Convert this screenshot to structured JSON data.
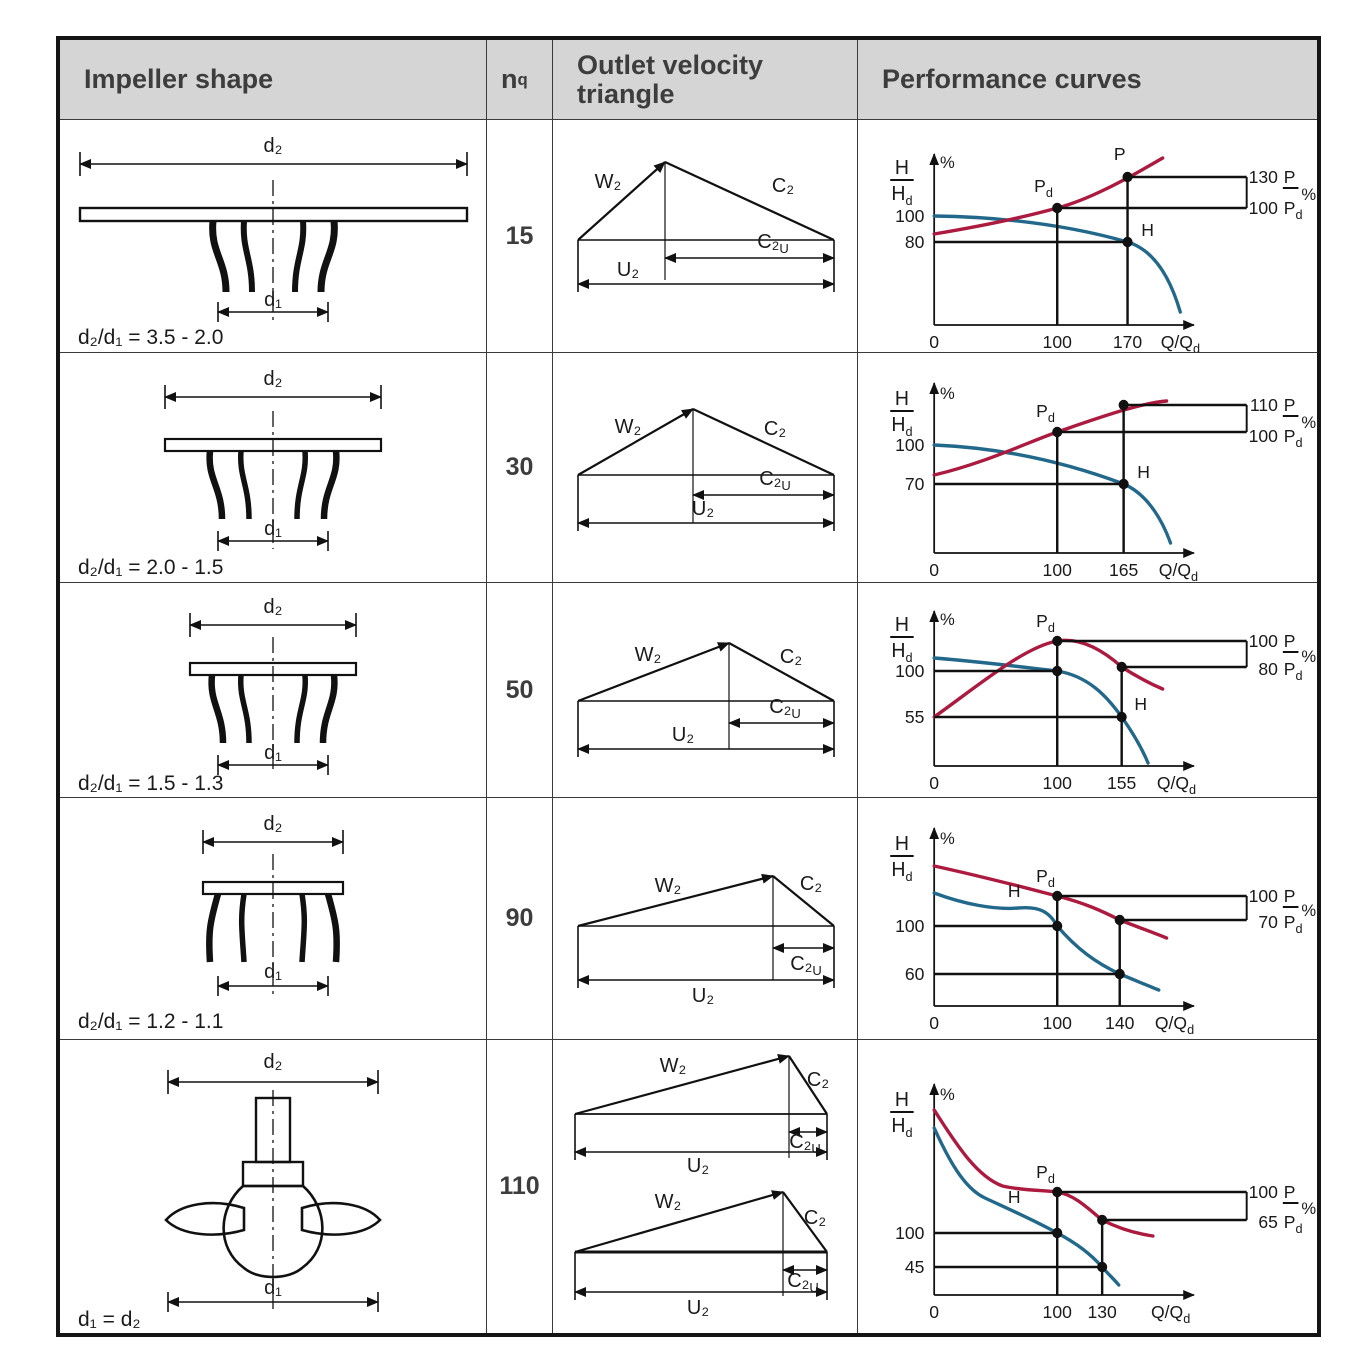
{
  "header": {
    "impeller": "Impeller shape",
    "nq_main": "n",
    "nq_sub": "q",
    "velocity": "Outlet velocity triangle",
    "performance": "Performance curves"
  },
  "labels": {
    "d2": "d₂",
    "d1": "d₁",
    "W2": "W₂",
    "C2": "C₂",
    "U2": "U₂",
    "C2U_main": "C₂",
    "C2U_sub": "U",
    "H": "H",
    "Hd_main": "H",
    "Hd_sub": "d",
    "P": "P",
    "Pd_main": "P",
    "Pd_sub": "d",
    "QQd_main": "Q/Q",
    "QQd_sub": "d",
    "pct": "%"
  },
  "colors": {
    "power_curve": "#ad1a3f",
    "head_curve": "#22688a",
    "header_bg": "#d5d5d5",
    "frame": "#151515"
  },
  "rows": [
    {
      "nq": "15",
      "ratio": "d₂/d₁ = 3.5 - 2.0",
      "chart": {
        "y_ticks": [
          "100",
          "80"
        ],
        "x_ticks": [
          "0",
          "100",
          "170"
        ],
        "right_top": "130",
        "right_bottom": "100"
      }
    },
    {
      "nq": "30",
      "ratio": "d₂/d₁ = 2.0 - 1.5",
      "chart": {
        "y_ticks": [
          "100",
          "70"
        ],
        "x_ticks": [
          "0",
          "100",
          "165"
        ],
        "right_top": "110",
        "right_bottom": "100"
      }
    },
    {
      "nq": "50",
      "ratio": "d₂/d₁ = 1.5 - 1.3",
      "chart": {
        "y_ticks": [
          "100",
          "55"
        ],
        "x_ticks": [
          "0",
          "100",
          "155"
        ],
        "right_top": "100",
        "right_bottom": "80"
      }
    },
    {
      "nq": "90",
      "ratio": "d₂/d₁ = 1.2 - 1.1",
      "chart": {
        "y_ticks": [
          "100",
          "60"
        ],
        "x_ticks": [
          "0",
          "100",
          "140"
        ],
        "right_top": "100",
        "right_bottom": "70"
      }
    },
    {
      "nq": "110",
      "ratio": "d₁ = d₂",
      "chart": {
        "y_ticks": [
          "100",
          "45"
        ],
        "x_ticks": [
          "0",
          "100",
          "130"
        ],
        "right_top": "100",
        "right_bottom": "65"
      }
    }
  ],
  "chart_data": [
    {
      "type": "line",
      "nq": "15",
      "xlabel": "Q/Qd %",
      "ylabel": "H/Hd %",
      "x_ticks": [
        0,
        100,
        170
      ],
      "series": [
        {
          "name": "P/Pd",
          "color": "#ad1a3f",
          "points": [
            [
              0,
              87
            ],
            [
              100,
              100
            ],
            [
              170,
              130
            ]
          ]
        },
        {
          "name": "H/Hd",
          "color": "#22688a",
          "points": [
            [
              0,
              100
            ],
            [
              100,
              97
            ],
            [
              170,
              80
            ]
          ]
        }
      ]
    },
    {
      "type": "line",
      "nq": "30",
      "xlabel": "Q/Qd %",
      "ylabel": "H/Hd %",
      "x_ticks": [
        0,
        100,
        165
      ],
      "series": [
        {
          "name": "P/Pd",
          "color": "#ad1a3f",
          "points": [
            [
              0,
              78
            ],
            [
              100,
              100
            ],
            [
              165,
              110
            ]
          ]
        },
        {
          "name": "H/Hd",
          "color": "#22688a",
          "points": [
            [
              0,
              100
            ],
            [
              100,
              96
            ],
            [
              165,
              70
            ]
          ]
        }
      ]
    },
    {
      "type": "line",
      "nq": "50",
      "xlabel": "Q/Qd %",
      "ylabel": "H/Hd %",
      "x_ticks": [
        0,
        100,
        155
      ],
      "series": [
        {
          "name": "P/Pd",
          "color": "#ad1a3f",
          "points": [
            [
              0,
              55
            ],
            [
              100,
              100
            ],
            [
              155,
              80
            ]
          ]
        },
        {
          "name": "H/Hd",
          "color": "#22688a",
          "points": [
            [
              0,
              112
            ],
            [
              100,
              100
            ],
            [
              155,
              55
            ]
          ]
        }
      ]
    },
    {
      "type": "line",
      "nq": "90",
      "xlabel": "Q/Qd %",
      "ylabel": "H/Hd %",
      "x_ticks": [
        0,
        100,
        140
      ],
      "series": [
        {
          "name": "P/Pd",
          "color": "#ad1a3f",
          "points": [
            [
              0,
              122
            ],
            [
              100,
              100
            ],
            [
              140,
              70
            ]
          ]
        },
        {
          "name": "H/Hd",
          "color": "#22688a",
          "points": [
            [
              0,
              112
            ],
            [
              100,
              100
            ],
            [
              140,
              60
            ]
          ]
        }
      ]
    },
    {
      "type": "line",
      "nq": "110",
      "xlabel": "Q/Qd %",
      "ylabel": "H/Hd %",
      "x_ticks": [
        0,
        100,
        130
      ],
      "series": [
        {
          "name": "P/Pd",
          "color": "#ad1a3f",
          "points": [
            [
              0,
              160
            ],
            [
              100,
              100
            ],
            [
              130,
              65
            ]
          ]
        },
        {
          "name": "H/Hd",
          "color": "#22688a",
          "points": [
            [
              0,
              150
            ],
            [
              100,
              100
            ],
            [
              130,
              45
            ]
          ]
        }
      ]
    }
  ]
}
